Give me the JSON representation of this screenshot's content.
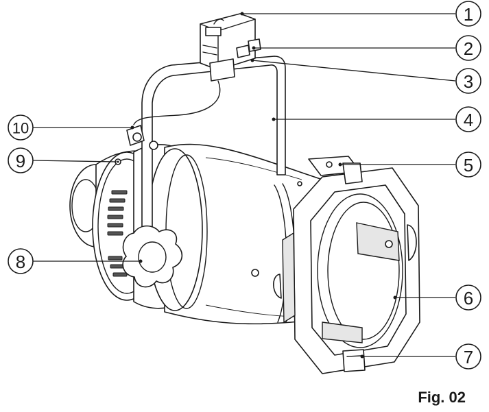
{
  "figure": {
    "caption": "Fig. 02",
    "callouts": [
      {
        "number": "1"
      },
      {
        "number": "2"
      },
      {
        "number": "3"
      },
      {
        "number": "4"
      },
      {
        "number": "5"
      },
      {
        "number": "6"
      },
      {
        "number": "7"
      },
      {
        "number": "8"
      },
      {
        "number": "9"
      },
      {
        "number": "10"
      }
    ]
  },
  "colors": {
    "line": "#1a1a1a",
    "background": "#ffffff"
  }
}
